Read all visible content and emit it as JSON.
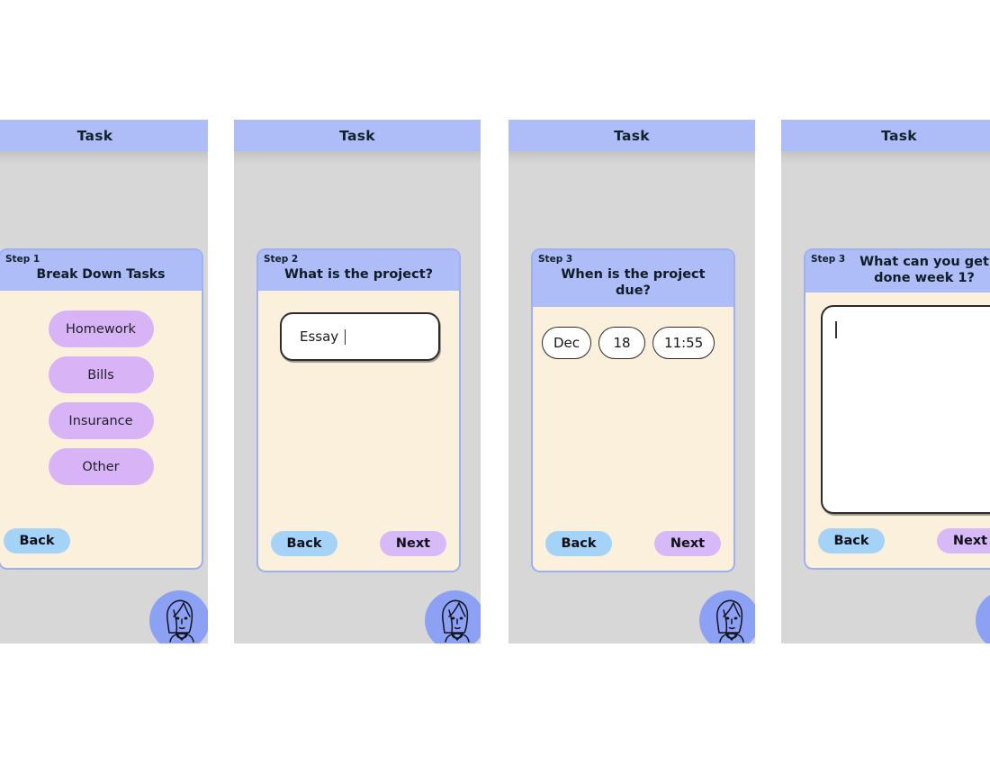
{
  "app": {
    "header_title": "Task",
    "accent_header": "#aebcf8",
    "card_bg": "#fbf0dc",
    "screen_bg": "#d7d7d7",
    "choice_color": "#d8b4f7",
    "back_color": "#a5d3f7",
    "next_color": "#d8b9f7"
  },
  "nav": {
    "back_label": "Back",
    "next_label": "Next"
  },
  "avatar": {
    "name": "user-avatar"
  },
  "screens": [
    {
      "id": "screen-break-down-tasks",
      "step_label": "Step 1",
      "question": "Break Down Tasks",
      "choices": [
        "Homework",
        "Bills",
        "Insurance",
        "Other"
      ],
      "has_next": false
    },
    {
      "id": "screen-project-name",
      "step_label": "Step 2",
      "question": "What is the project?",
      "input_value": "Essay",
      "has_next": true
    },
    {
      "id": "screen-project-due",
      "step_label": "Step 3",
      "question": "When is the project due?",
      "date_parts": [
        "Dec",
        "18",
        "11:55"
      ],
      "has_next": true
    },
    {
      "id": "screen-week-one-plan",
      "step_label": "Step 3",
      "question": "What can you get done week 1?",
      "textarea_value": "",
      "has_next": true
    }
  ]
}
